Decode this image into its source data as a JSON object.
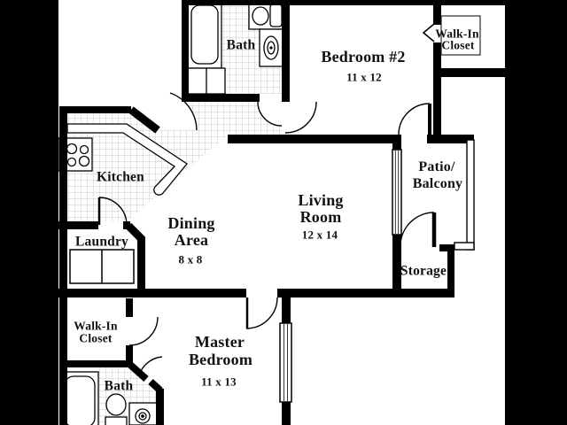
{
  "rooms": {
    "bath_upper": {
      "label": "Bath"
    },
    "bedroom2": {
      "label": "Bedroom #2",
      "dimensions": "11 x 12"
    },
    "walkin_upper": {
      "line1": "Walk-In",
      "line2": "Closet"
    },
    "kitchen": {
      "label": "Kitchen"
    },
    "dining": {
      "line1": "Dining",
      "line2": "Area",
      "dimensions": "8 x 8"
    },
    "living": {
      "line1": "Living",
      "line2": "Room",
      "dimensions": "12 x 14"
    },
    "patio": {
      "line1": "Patio/",
      "line2": "Balcony"
    },
    "laundry": {
      "label": "Laundry"
    },
    "storage": {
      "label": "Storage"
    },
    "walkin_lower": {
      "line1": "Walk-In",
      "line2": "Closet"
    },
    "master": {
      "line1": "Master",
      "line2": "Bedroom",
      "dimensions": "11 x 13"
    },
    "bath_lower": {
      "label": "Bath"
    }
  },
  "fixtures": [
    "bathtub-upper",
    "vanity-upper",
    "sink-upper",
    "toilet-upper",
    "stove",
    "kitchen-counter",
    "washer-dryer",
    "bathtub-lower",
    "toilet-lower",
    "sink-lower",
    "closet-shelf",
    "bifold-door",
    "sliding-glass-door",
    "window"
  ],
  "colors": {
    "wall": "#000000",
    "background": "#ffffff",
    "letterbox": "#000000",
    "tile_line": "#b5b5b5",
    "text": "#121212"
  }
}
